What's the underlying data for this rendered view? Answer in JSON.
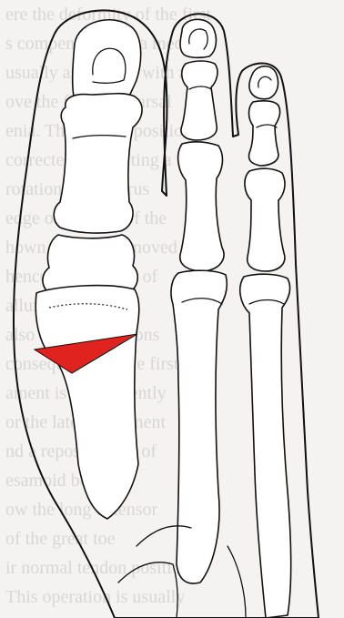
{
  "figure": {
    "background_text_lines": [
      "ere the deformity of the first",
      "s compensated by a medial",
      "usually associated with a",
      "ove the first metatarsal",
      "enia. The normal position",
      "corrected by creating a",
      "rotation and a varus",
      "edge osteotomy of the",
      "hown in red is removed",
      "hence the position of",
      "allux is improved",
      "also the long tendons",
      "consequence of the first",
      "ament is subsequently",
      "or the lateral ligament",
      "nd a repositioning of",
      "esamoid bones",
      "ow the long extensor",
      "of the great toe",
      "ir normal tendon position",
      "This operation is usually"
    ],
    "wedge_color": "#e0231f",
    "outline_color": "#111111",
    "background_color": "#f4f3f1"
  }
}
